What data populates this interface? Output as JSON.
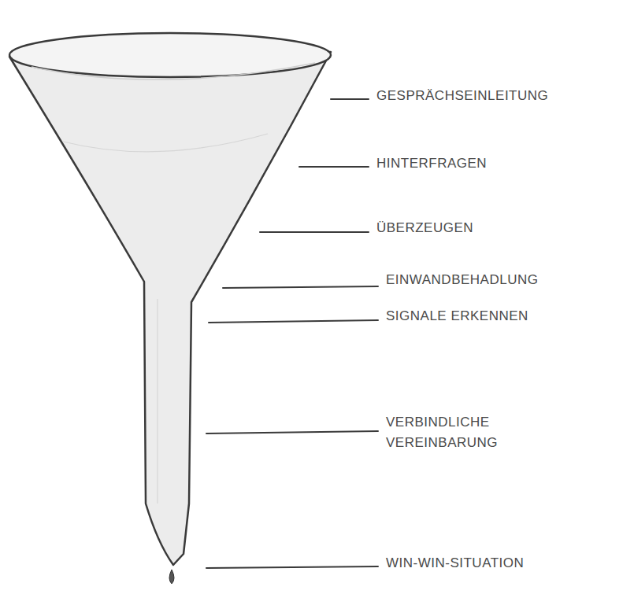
{
  "diagram": {
    "labels": [
      "GESPRÄCHSEINLEITUNG",
      "HINTERFRAGEN",
      "ÜBERZEUGEN",
      "EINWANDBEHADLUNG",
      "SIGNALE ERKENNEN",
      "VERBINDLICHE VEREINBARUNG",
      "WIN-WIN-SITUATION"
    ]
  }
}
